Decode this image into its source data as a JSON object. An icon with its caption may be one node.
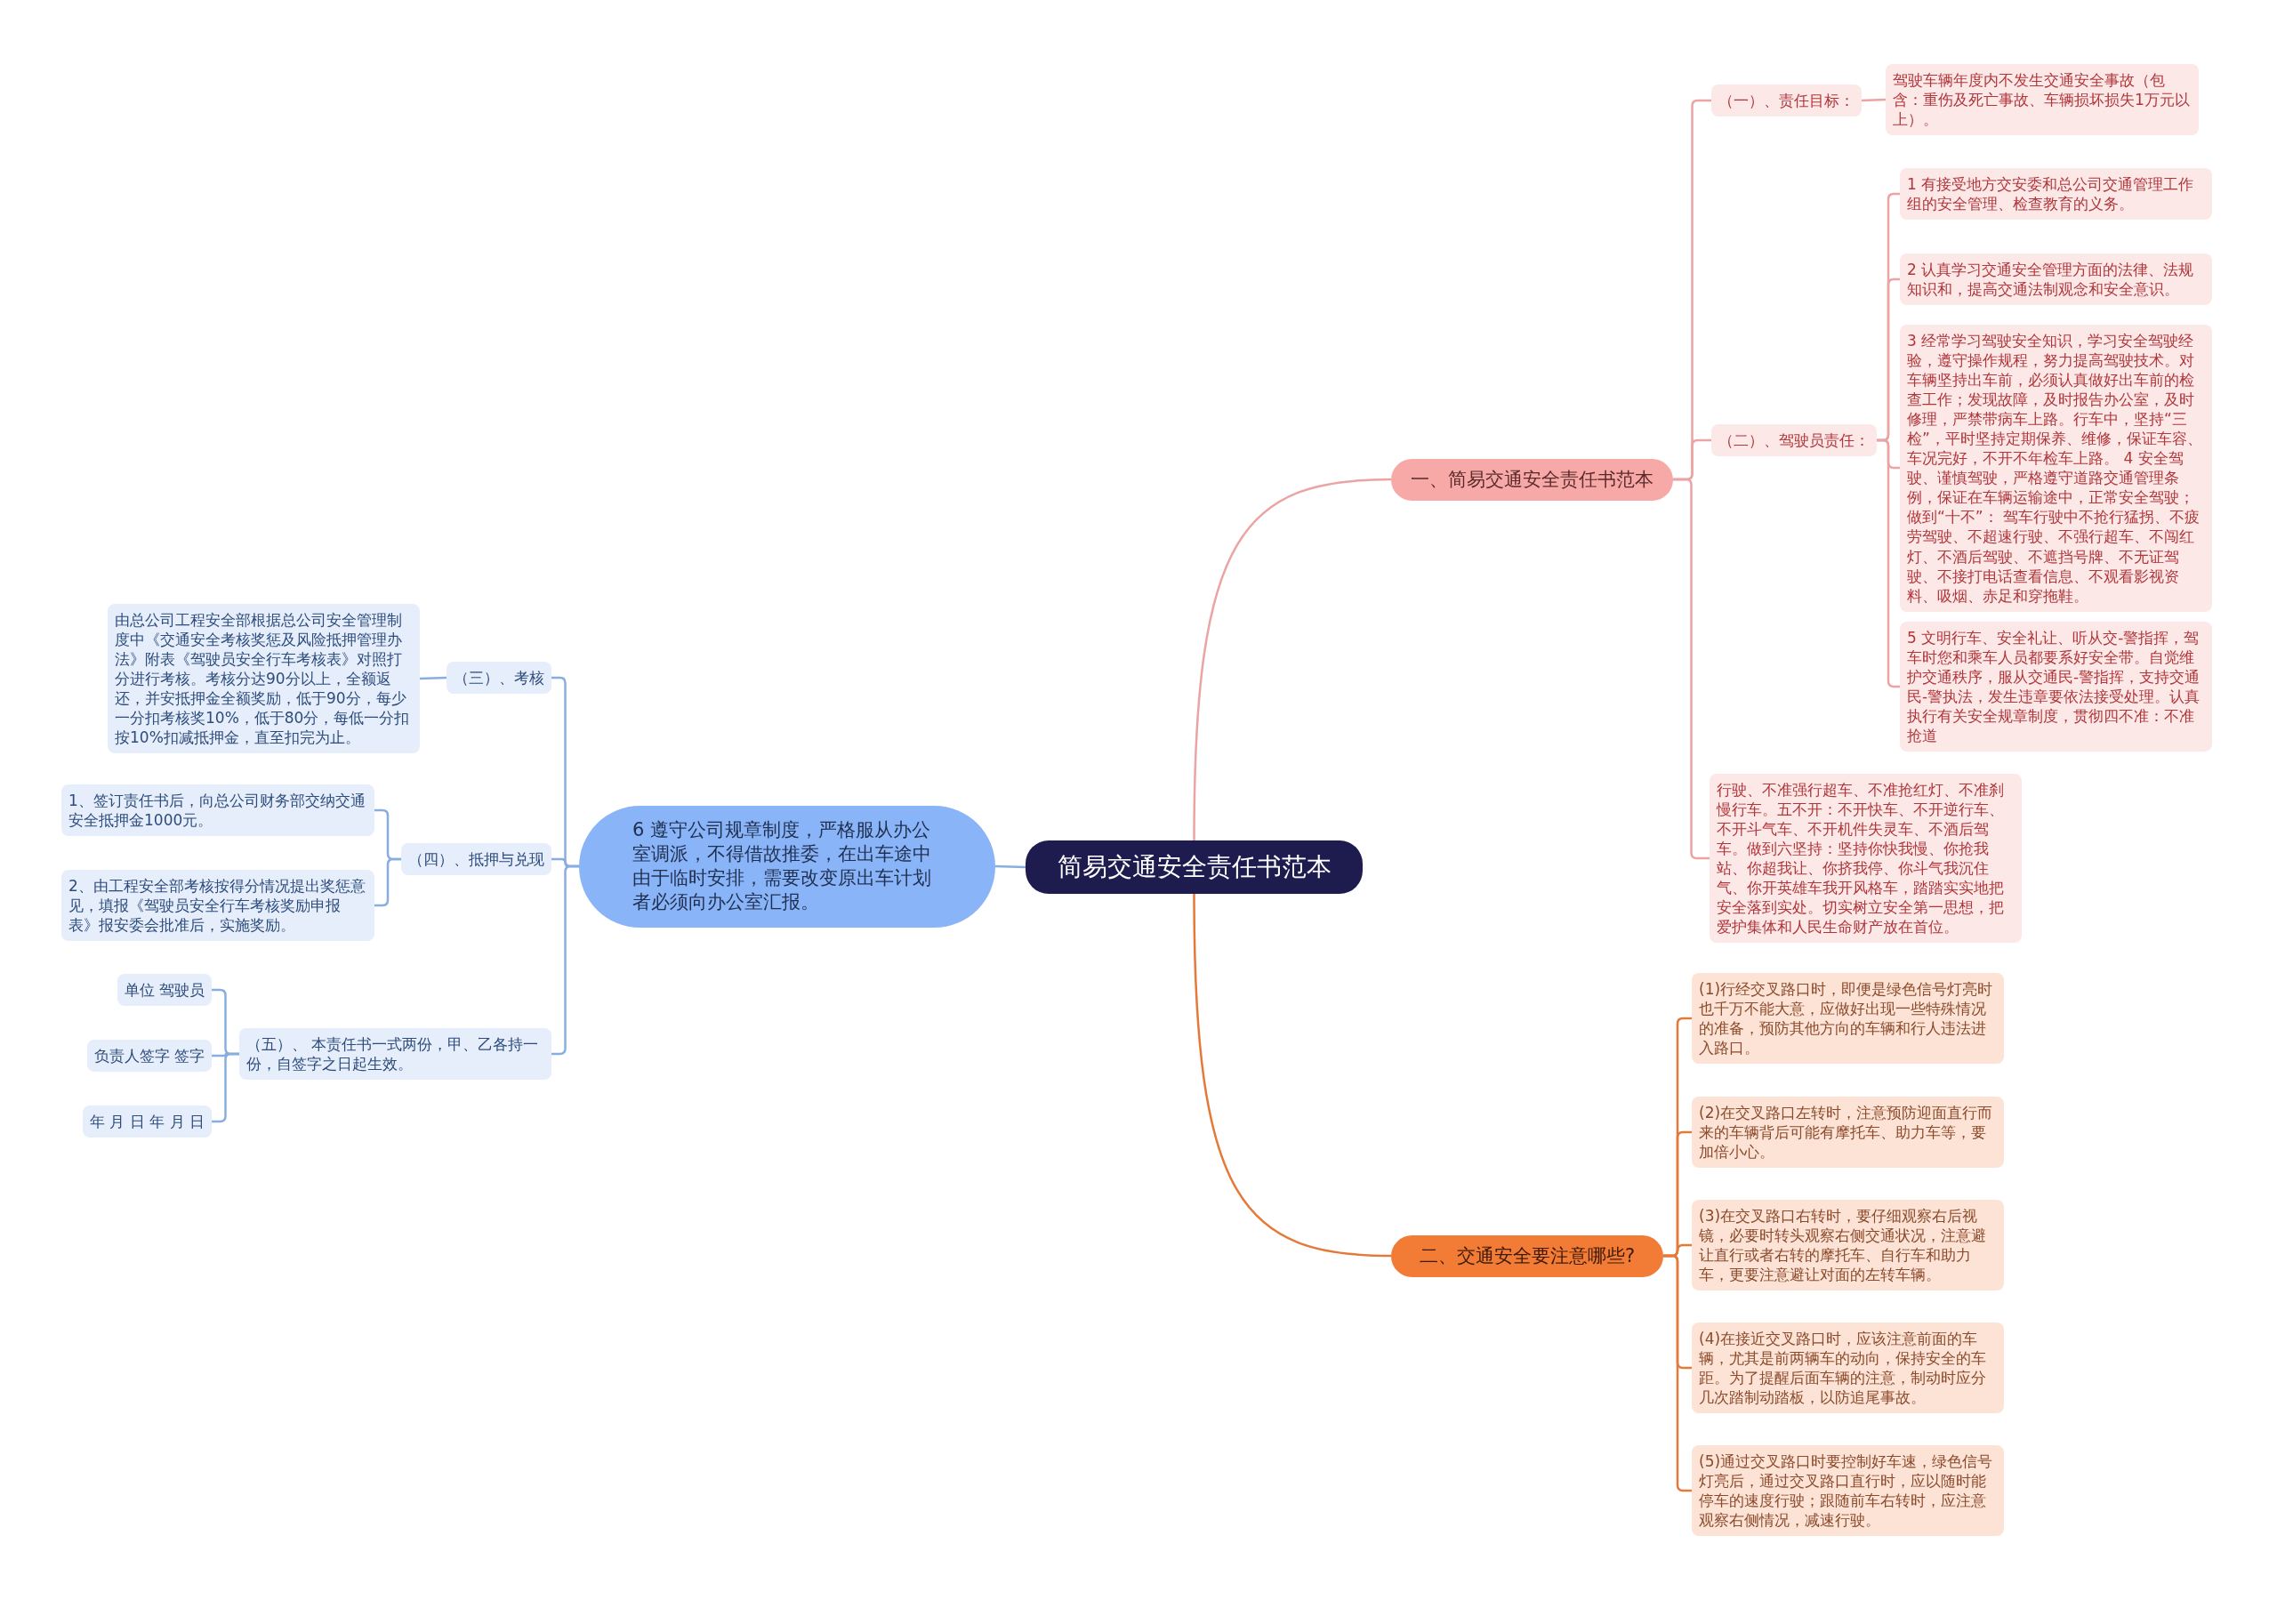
{
  "diagram": {
    "nodes": [
      {
        "text": [
          "简易交通安全责任书范本"
        ]
      },
      {
        "text": [
          "一、简易交通安全责任书范本"
        ]
      },
      {
        "text": [
          "（一）、责任目标："
        ]
      },
      {
        "text": [
          "驾驶车辆年度内不发生交通安全事故（包含：重伤及死亡事故、车辆损坏损失1万元以上）。"
        ]
      },
      {
        "text": [
          "（二）、驾驶员责任："
        ]
      },
      {
        "text": [
          "1 有接受地方交安委和总公司交通管理工作组的安全管理、检查教育的义务。"
        ]
      },
      {
        "text": [
          "2 认真学习交通安全管理方面的法律、法规知识和，提高交通法制观念和安全意识。"
        ]
      },
      {
        "text": [
          "3 经常学习驾驶安全知识，学习安全驾驶经验，遵守操作规程，努力提高驾驶技术。对车辆坚持出车前，必须认真做好出车前的检查工作；发现故障，及时报告办公室，及时修理，严禁带病车上路。行车中，坚持“三检”，平时坚持定期保养、维修，保证车容、车况完好，不开不年检车上路。 4 安全驾驶、谨慎驾驶，严格遵守道路交通管理条例，保证在车辆运输途中，正常安全驾驶；做到“十不”： 驾车行驶中不抢行猛拐、不疲劳驾驶、不超速行驶、不强行超车、不闯红灯、不酒后驾驶、不遮挡号牌、不无证驾驶、不接打电话查看信息、不观看影视资料、吸烟、赤足和穿拖鞋。"
        ]
      },
      {
        "text": [
          "5 文明行车、安全礼让、听从交-警指挥，驾车时您和乘车人员都要系好安全带。自觉维护交通秩序，服从交通民-警指挥，支持交通民-警执法，发生违章要依法接受处理。认真执行有关安全规章制度，贯彻四不准：不准抢道"
        ]
      },
      {
        "text": [
          "行驶、不准强行超车、不准抢红灯、不准刹慢行车。五不开：不开快车、不开逆行车、不开斗气车、不开机件失灵车、不酒后驾车。做到六坚持：坚持你快我慢、你抢我站、你超我让、你挤我停、你斗气我沉住气、你开英雄车我开风格车，踏踏实实地把安全落到实处。切实树立安全第一思想，把爱护集体和人民生命财产放在首位。"
        ]
      },
      {
        "text": [
          "二、交通安全要注意哪些?"
        ]
      },
      {
        "text": [
          "(1)行经交叉路口时，即便是绿色信号灯亮时也千万不能大意，应做好出现一些特殊情况的准备，预防其他方向的车辆和行人违法进入路口。"
        ]
      },
      {
        "text": [
          "(2)在交叉路口左转时，注意预防迎面直行而来的车辆背后可能有摩托车、助力车等，要加倍小心。"
        ]
      },
      {
        "text": [
          "(3)在交叉路口右转时，要仔细观察右后视镜，必要时转头观察右侧交通状况，注意避让直行或者右转的摩托车、自行车和助力车，更要注意避让对面的左转车辆。"
        ]
      },
      {
        "text": [
          "(4)在接近交叉路口时，应该注意前面的车辆，尤其是前两辆车的动向，保持安全的车距。为了提醒后面车辆的注意，制动时应分几次踏制动踏板，以防追尾事故。"
        ]
      },
      {
        "text": [
          "(5)通过交叉路口时要控制好车速，绿色信号灯亮后，通过交叉路口直行时，应以随时能停车的速度行驶；跟随前车右转时，应注意观察右侧情况，减速行驶。"
        ]
      },
      {
        "text": [
          "6 遵守公司规章制度，严格服从办公室调派，不得借故推委，在出车途中由于临时安排，需要改变原出车计划者必须向办公室汇报。"
        ]
      },
      {
        "text": [
          "（三）、考核"
        ]
      },
      {
        "text": [
          "由总公司工程安全部根据总公司安全管理制度中《交通安全考核奖惩及风险抵押管理办法》附表《驾驶员安全行车考核表》对照打分进行考核。考核分达90分以上，全额返还，并安抵押金全额奖励，低于90分，每少一分扣考核奖10%，低于80分，每低一分扣按10%扣减抵押金，直至扣完为止。"
        ]
      },
      {
        "text": [
          "（四）、抵押与兑现"
        ]
      },
      {
        "text": [
          "1、签订责任书后，向总公司财务部交纳交通安全抵押金1000元。"
        ]
      },
      {
        "text": [
          "2、由工程安全部考核按得分情况提出奖惩意见，填报《驾驶员安全行车考核奖励申报表》报安委会批准后，实施奖励。"
        ]
      },
      {
        "text": [
          "（五）、 本责任书一式两份，甲、乙各持一份，自签字之日起生效。"
        ]
      },
      {
        "text": [
          "单位 驾驶员"
        ]
      },
      {
        "text": [
          "负责人签字 签字"
        ]
      },
      {
        "text": [
          "年 月 日 年 月 日"
        ]
      }
    ],
    "edges": [
      {
        "from": 0,
        "to": 1,
        "arrow": "none",
        "color": "#eba3a3"
      },
      {
        "from": 1,
        "to": 2,
        "arrow": "none",
        "color": "#eba3a3"
      },
      {
        "from": 2,
        "to": 3,
        "arrow": "none",
        "color": "#eba3a3"
      },
      {
        "from": 1,
        "to": 4,
        "arrow": "none",
        "color": "#eba3a3"
      },
      {
        "from": 4,
        "to": 5,
        "arrow": "none",
        "color": "#eba3a3"
      },
      {
        "from": 4,
        "to": 6,
        "arrow": "none",
        "color": "#eba3a3"
      },
      {
        "from": 4,
        "to": 7,
        "arrow": "none",
        "color": "#eba3a3"
      },
      {
        "from": 4,
        "to": 8,
        "arrow": "none",
        "color": "#eba3a3"
      },
      {
        "from": 1,
        "to": 9,
        "arrow": "none",
        "color": "#eba3a3"
      },
      {
        "from": 0,
        "to": 10,
        "arrow": "none",
        "color": "#e57a38"
      },
      {
        "from": 10,
        "to": 11,
        "arrow": "none",
        "color": "#e57a38"
      },
      {
        "from": 10,
        "to": 12,
        "arrow": "none",
        "color": "#e57a38"
      },
      {
        "from": 10,
        "to": 13,
        "arrow": "none",
        "color": "#e57a38"
      },
      {
        "from": 10,
        "to": 14,
        "arrow": "none",
        "color": "#e57a38"
      },
      {
        "from": 10,
        "to": 15,
        "arrow": "none",
        "color": "#e57a38"
      },
      {
        "from": 0,
        "to": 16,
        "arrow": "none",
        "color": "#88aee0"
      },
      {
        "from": 16,
        "to": 17,
        "arrow": "none",
        "color": "#88aee0"
      },
      {
        "from": 17,
        "to": 18,
        "arrow": "none",
        "color": "#88aee0"
      },
      {
        "from": 16,
        "to": 19,
        "arrow": "none",
        "color": "#88aee0"
      },
      {
        "from": 19,
        "to": 20,
        "arrow": "none",
        "color": "#88aee0"
      },
      {
        "from": 19,
        "to": 21,
        "arrow": "none",
        "color": "#88aee0"
      },
      {
        "from": 16,
        "to": 22,
        "arrow": "none",
        "color": "#88aee0"
      },
      {
        "from": 22,
        "to": 23,
        "arrow": "none",
        "color": "#88aee0"
      },
      {
        "from": 22,
        "to": 24,
        "arrow": "none",
        "color": "#88aee0"
      },
      {
        "from": 22,
        "to": 25,
        "arrow": "none",
        "color": "#88aee0"
      }
    ]
  }
}
